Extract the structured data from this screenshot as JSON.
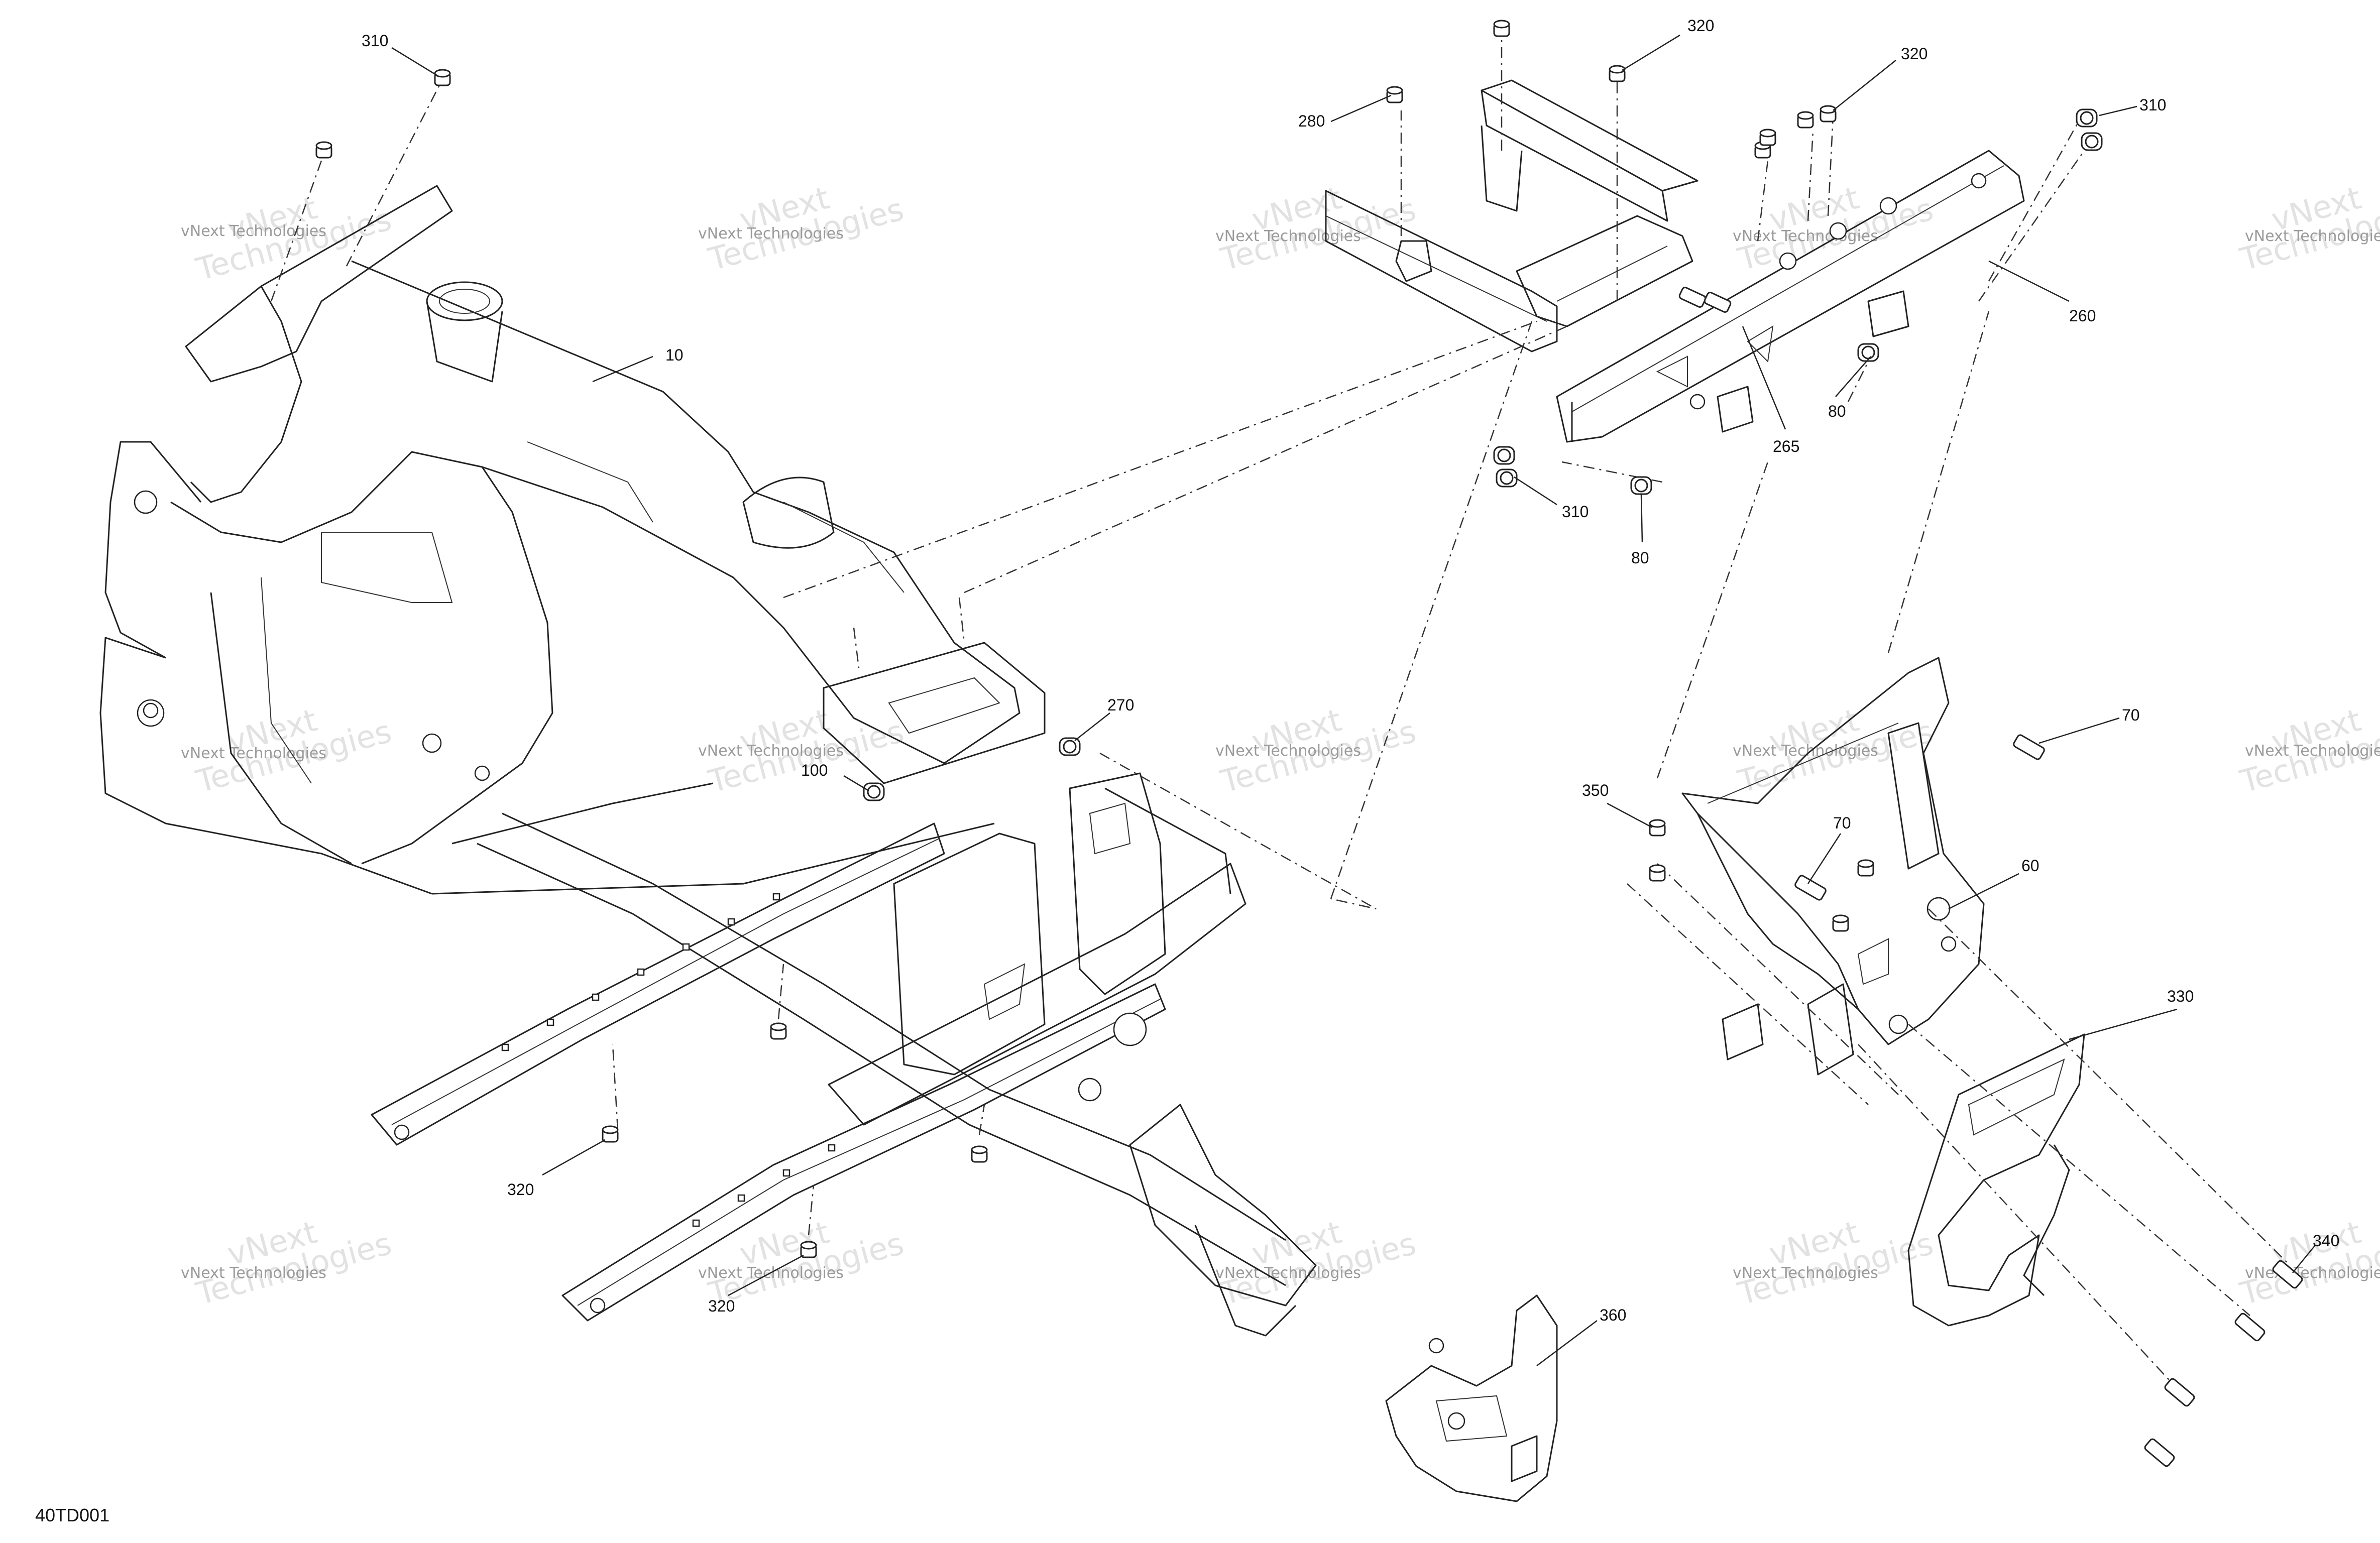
{
  "diagram": {
    "drawing_code": "40TD001",
    "watermark": {
      "line1": "vNext Technologies",
      "line2": "vNext",
      "line3": "Technologies"
    },
    "callouts": [
      {
        "id": "c310a",
        "label": "310"
      },
      {
        "id": "c10",
        "label": "10"
      },
      {
        "id": "c280",
        "label": "280"
      },
      {
        "id": "c320a",
        "label": "320"
      },
      {
        "id": "c320b",
        "label": "320"
      },
      {
        "id": "c310b",
        "label": "310"
      },
      {
        "id": "c260",
        "label": "260"
      },
      {
        "id": "c80a",
        "label": "80"
      },
      {
        "id": "c265",
        "label": "265"
      },
      {
        "id": "c310c",
        "label": "310"
      },
      {
        "id": "c80b",
        "label": "80"
      },
      {
        "id": "c270",
        "label": "270"
      },
      {
        "id": "c100",
        "label": "100"
      },
      {
        "id": "c70a",
        "label": "70"
      },
      {
        "id": "c350",
        "label": "350"
      },
      {
        "id": "c70b",
        "label": "70"
      },
      {
        "id": "c60",
        "label": "60"
      },
      {
        "id": "c330",
        "label": "330"
      },
      {
        "id": "c320c",
        "label": "320"
      },
      {
        "id": "c320d",
        "label": "320"
      },
      {
        "id": "c360",
        "label": "360"
      },
      {
        "id": "c340",
        "label": "340"
      }
    ]
  }
}
